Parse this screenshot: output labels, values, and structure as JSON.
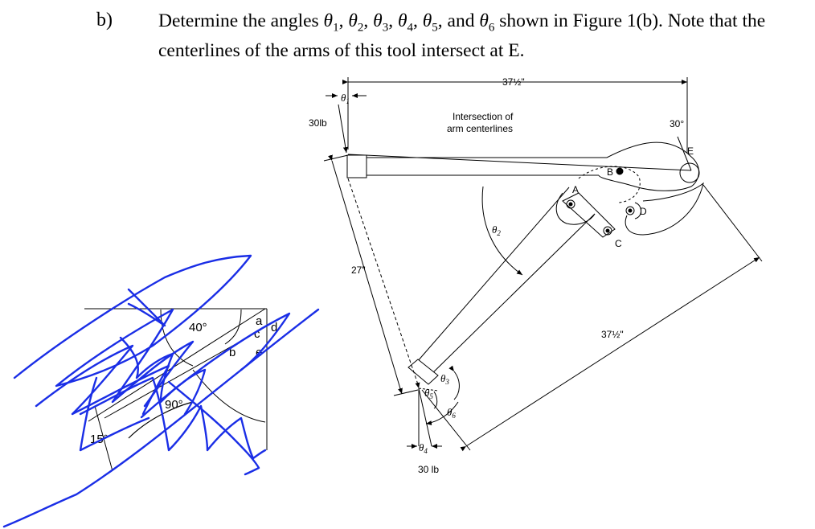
{
  "problem": {
    "label": "b)",
    "text_before": "Determine the angles ",
    "angles": [
      {
        "sym": "θ",
        "sub": "1"
      },
      {
        "sym": "θ",
        "sub": "2"
      },
      {
        "sym": "θ",
        "sub": "3"
      },
      {
        "sym": "θ",
        "sub": "4"
      },
      {
        "sym": "θ",
        "sub": "5"
      },
      {
        "sym": "θ",
        "sub": "6"
      }
    ],
    "and_text": "and",
    "text_after": "shown in Figure 1(b). Note that the centerlines of the arms of this tool intersect at E."
  },
  "figure": {
    "dim_top": "37½\"",
    "dim_side": "27\"",
    "dim_right": "37½\"",
    "force_top": "30lb",
    "force_bottom": "30 lb",
    "angle_30": "30°",
    "intersection_line1": "Intersection of",
    "intersection_line2": "arm centerlines",
    "point_a": "A",
    "point_b": "B",
    "point_c": "C",
    "point_d": "D",
    "point_e": "E",
    "theta1": "θ",
    "theta1_sub": "1",
    "theta2": "θ",
    "theta2_sub": "2",
    "theta3": "θ",
    "theta3_sub": "3",
    "theta4": "θ",
    "theta4_sub": "4",
    "theta5": "θ",
    "theta5_sub": "5",
    "theta6": "θ",
    "theta6_sub": "6"
  },
  "sketch": {
    "angle_40": "40°",
    "angle_90": "90°",
    "angle_15": "15°",
    "label_a": "a",
    "label_b": "b",
    "label_c": "c",
    "label_d": "d",
    "label_e": "e"
  },
  "colors": {
    "scribble": "#1a2ee6",
    "ink": "#000000"
  }
}
